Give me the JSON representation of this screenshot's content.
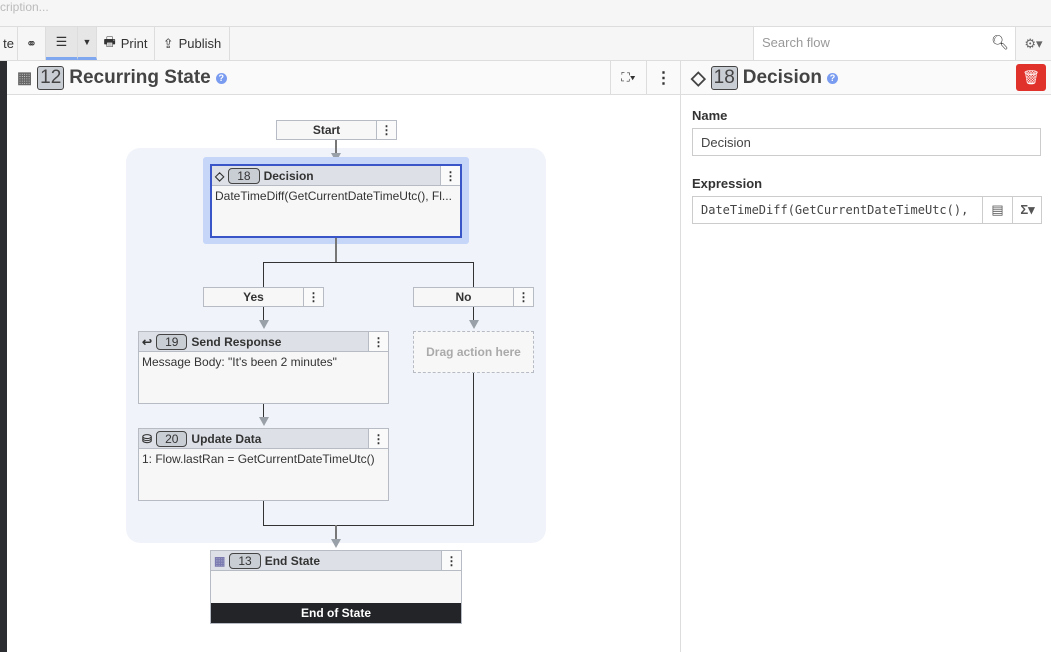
{
  "top": {
    "description_placeholder": "cription..."
  },
  "toolbar": {
    "partial_label": "te",
    "print": "Print",
    "publish": "Publish",
    "search_placeholder": "Search flow"
  },
  "left": {
    "state_number": "12",
    "state_title": "Recurring State"
  },
  "flow": {
    "start": "Start",
    "decision": {
      "number": "18",
      "title": "Decision",
      "body": "DateTimeDiff(GetCurrentDateTimeUtc(), Fl..."
    },
    "yes": "Yes",
    "no": "No",
    "send": {
      "number": "19",
      "title": "Send Response",
      "body": "Message Body: \"It's been 2 minutes\""
    },
    "drag": "Drag action here",
    "update": {
      "number": "20",
      "title": "Update Data",
      "body": "1: Flow.lastRan = GetCurrentDateTimeUtc()"
    },
    "end": {
      "number": "13",
      "title": "End State",
      "footer": "End of State"
    }
  },
  "right": {
    "number": "18",
    "title": "Decision",
    "name_label": "Name",
    "name_value": "Decision",
    "expr_label": "Expression",
    "expr_value": "DateTimeDiff(GetCurrentDateTimeUtc(), ",
    "delete_color": "#e0312b"
  }
}
